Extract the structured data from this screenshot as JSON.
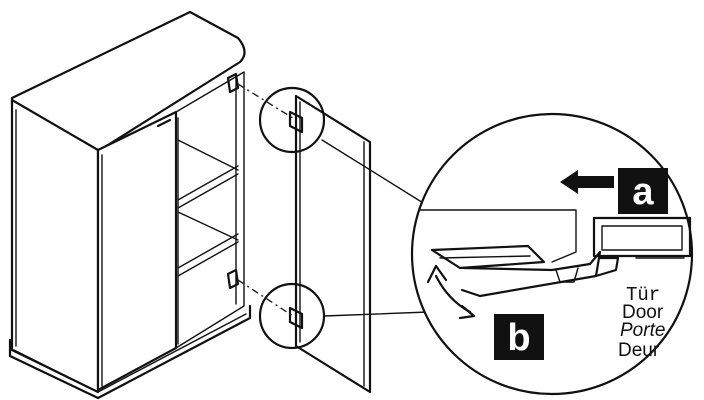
{
  "labels": {
    "step_a": "a",
    "step_b": "b"
  },
  "door_words": [
    "Tür",
    "Door",
    "Porte",
    "Deur"
  ],
  "colors": {
    "line": "#111111",
    "label_box": "#111111",
    "label_text": "#ffffff",
    "background": "#ffffff"
  },
  "icons": {
    "push_direction": "arrow-left-icon",
    "rotate_direction": "curved-arrow-icon"
  }
}
